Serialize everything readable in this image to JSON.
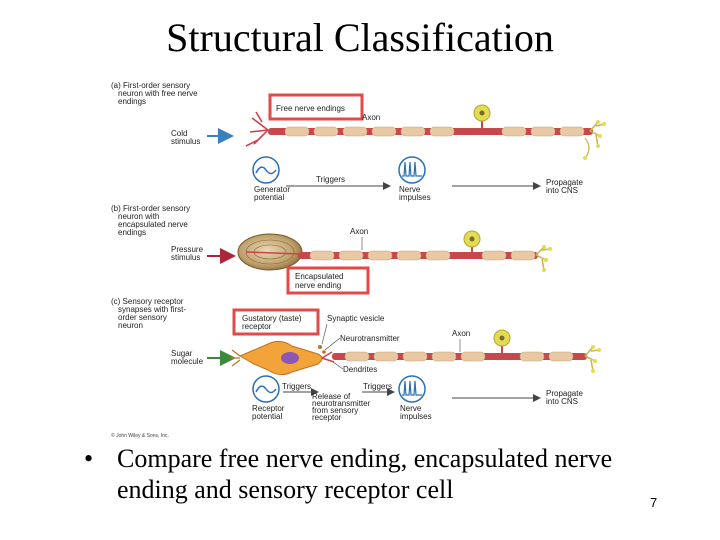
{
  "slide": {
    "title": "Structural Classification",
    "bullet_marker": "•",
    "bullet_text": "Compare free nerve ending, encapsulated nerve ending and sensory receptor cell",
    "page_number": "7"
  },
  "figure": {
    "panel_a": {
      "heading": [
        "(a) First-order sensory",
        "neuron with free nerve",
        "endings"
      ],
      "stimulus": [
        "Cold",
        "stimulus"
      ],
      "callout": "Free nerve endings",
      "axon": "Axon",
      "generator": [
        "Generator",
        "potential"
      ],
      "triggers": "Triggers",
      "impulses": [
        "Nerve",
        "impulses"
      ],
      "propagate": [
        "Propagate",
        "into CNS"
      ]
    },
    "panel_b": {
      "heading": [
        "(b) First-order sensory",
        "neuron with",
        "encapsulated nerve",
        "endings"
      ],
      "stimulus": [
        "Pressure",
        "stimulus"
      ],
      "axon": "Axon",
      "callout": [
        "Encapsulated",
        "nerve ending"
      ]
    },
    "panel_c": {
      "heading": [
        "(c) Sensory receptor",
        "synapses with first-",
        "order sensory",
        "neuron"
      ],
      "stimulus": [
        "Sugar",
        "molecule"
      ],
      "callout": [
        "Gustatory (taste)",
        "receptor"
      ],
      "synaptic_vesicle": "Synaptic vesicle",
      "neurotransmitter": "Neurotransmitter",
      "dendrites": "Dendrites",
      "axon": "Axon",
      "triggers_1": "Triggers",
      "triggers_2": "Triggers",
      "release": [
        "Release of",
        "neurotransmitter",
        "from sensory",
        "receptor"
      ],
      "receptor_potential": [
        "Receptor",
        "potential"
      ],
      "impulses": [
        "Nerve",
        "impulses"
      ],
      "propagate": [
        "Propagate",
        "into CNS"
      ]
    },
    "copyright": "© John Wiley & Sons, Inc.",
    "colors": {
      "callout_box": "#e24a4a",
      "axon": "#c9474a",
      "axon_light": "#e7a29c",
      "myelin": "#e9c9a3",
      "cell_body": "#e2dc54",
      "receptor_cell": "#f2a33a",
      "cold_arrow": "#3a7fc0",
      "pressure_arrow": "#b0243a",
      "sugar_arrow": "#3a8a3a"
    }
  }
}
